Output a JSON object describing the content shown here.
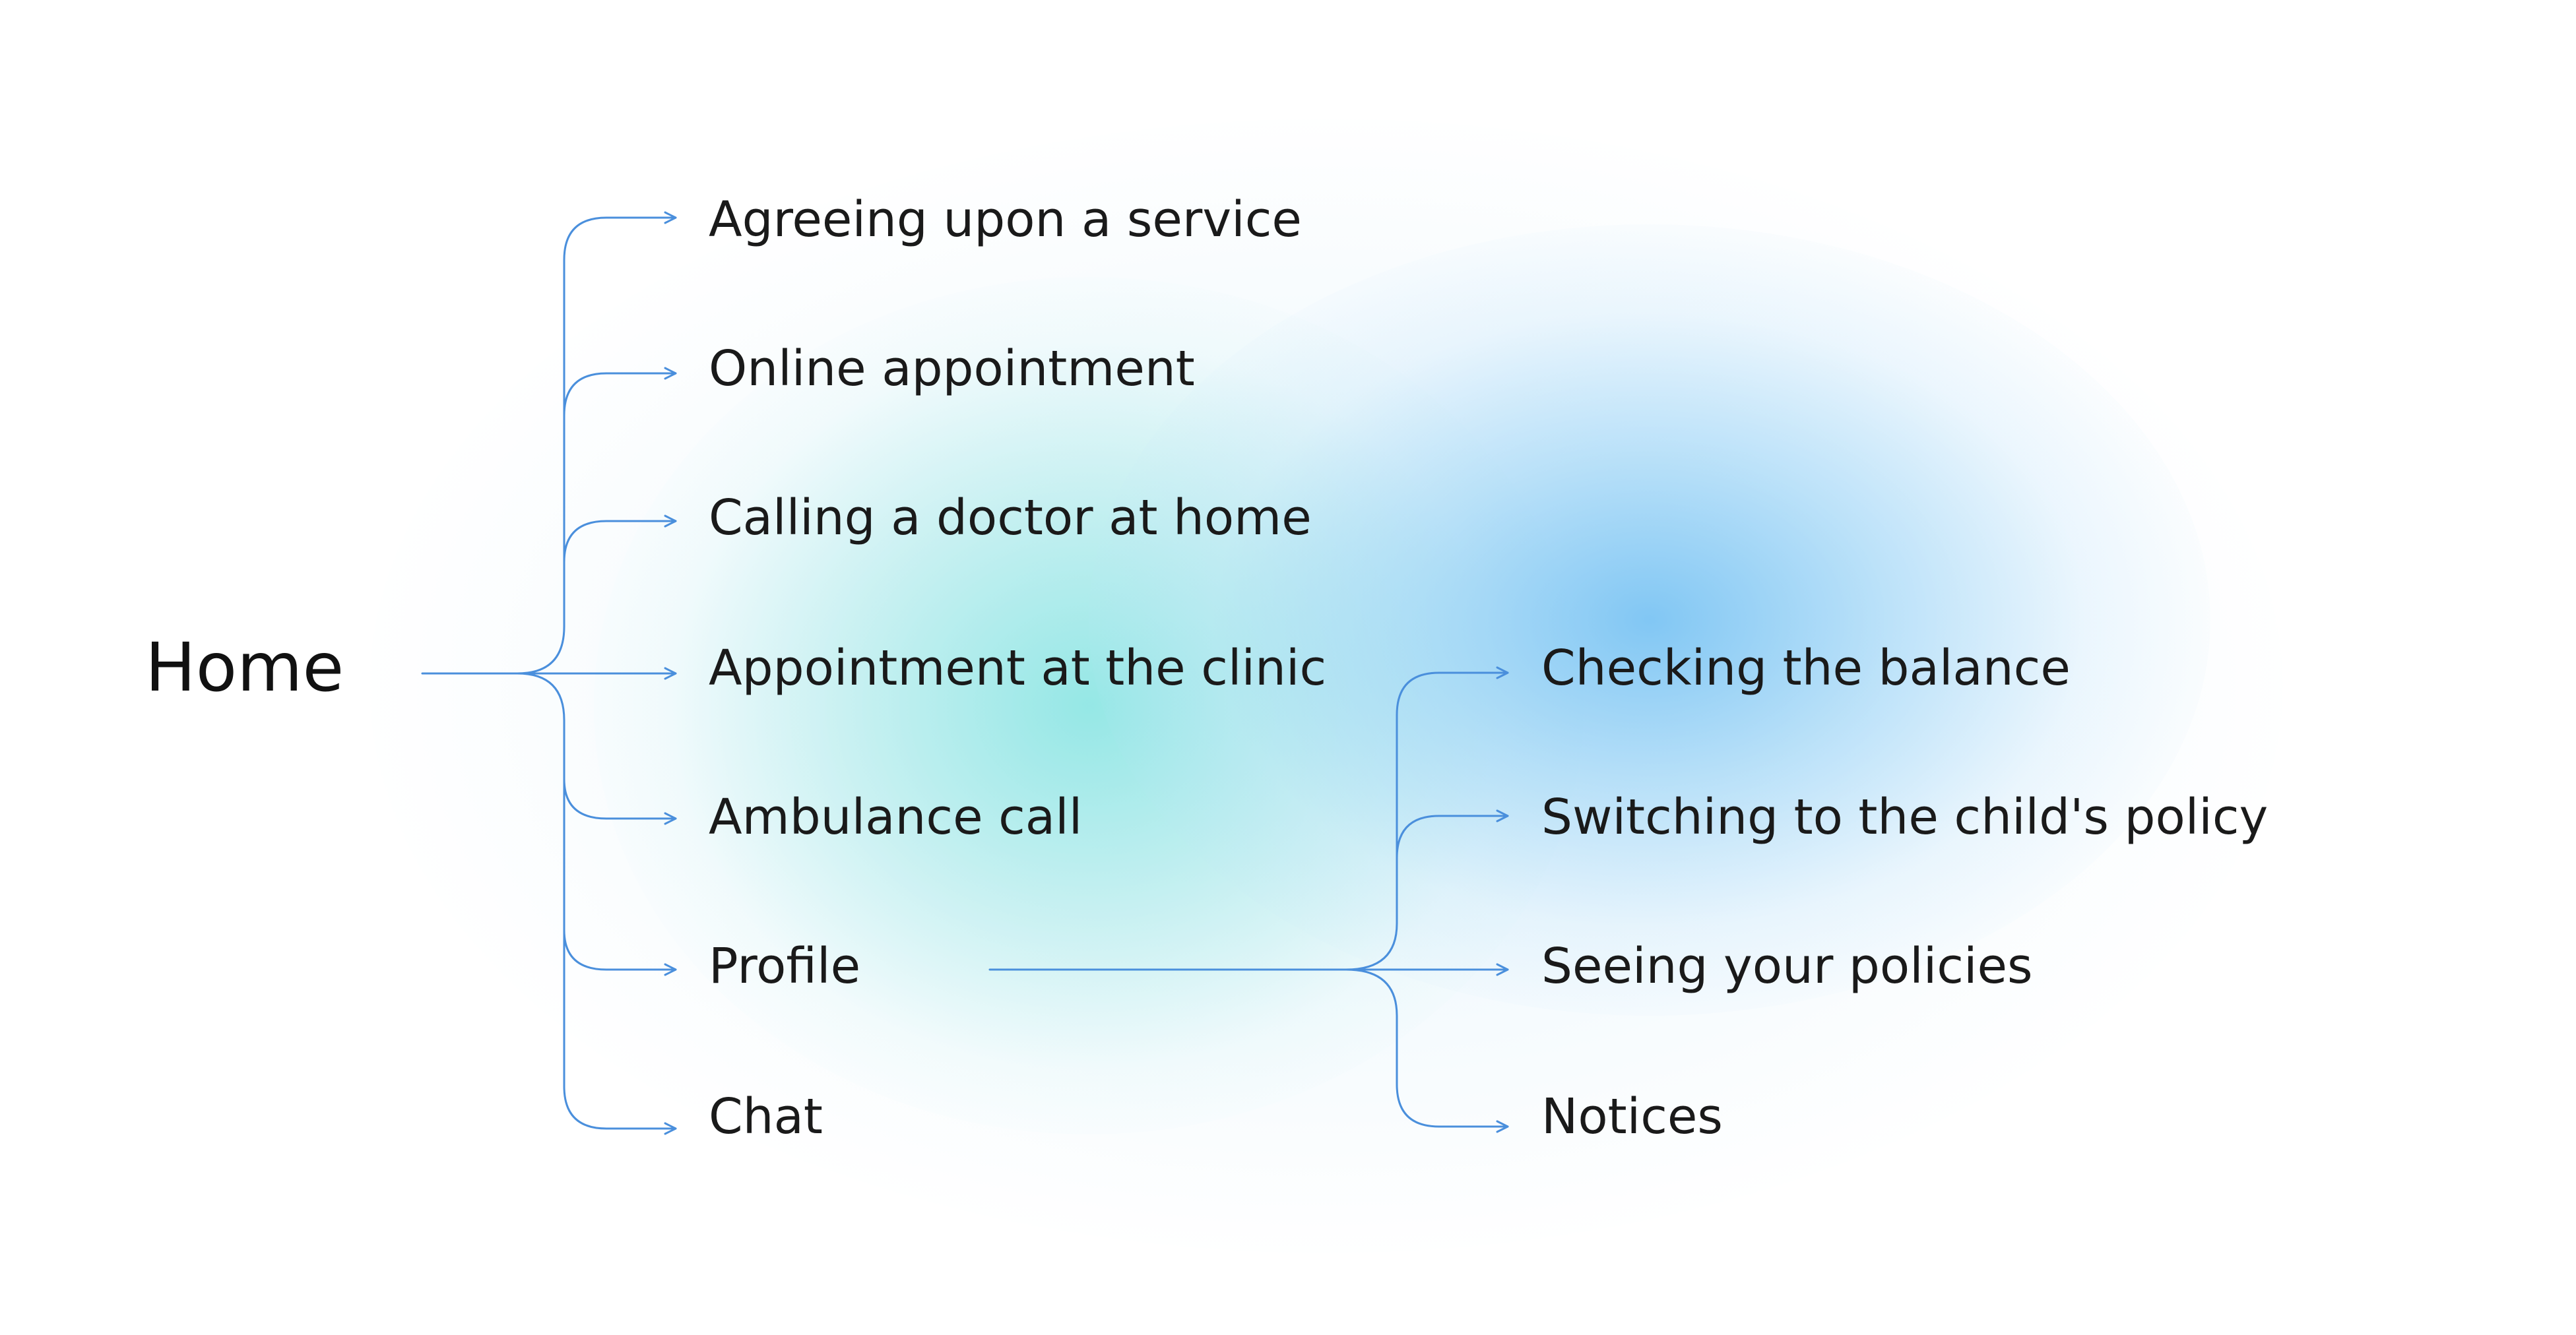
{
  "diagram": {
    "root": {
      "label": "Home",
      "children": [
        {
          "label": "Agreeing upon a service"
        },
        {
          "label": "Online appointment"
        },
        {
          "label": "Calling a doctor at home"
        },
        {
          "label": "Appointment at the clinic"
        },
        {
          "label": "Ambulance call"
        },
        {
          "label": "Profile",
          "children": [
            {
              "label": "Checking the balance"
            },
            {
              "label": "Switching to the child's policy"
            },
            {
              "label": "Seeing your policies"
            },
            {
              "label": "Notices"
            }
          ]
        },
        {
          "label": "Chat"
        }
      ]
    },
    "colors": {
      "connector": "#4a8fdc",
      "text": "#1a1a1a"
    }
  }
}
